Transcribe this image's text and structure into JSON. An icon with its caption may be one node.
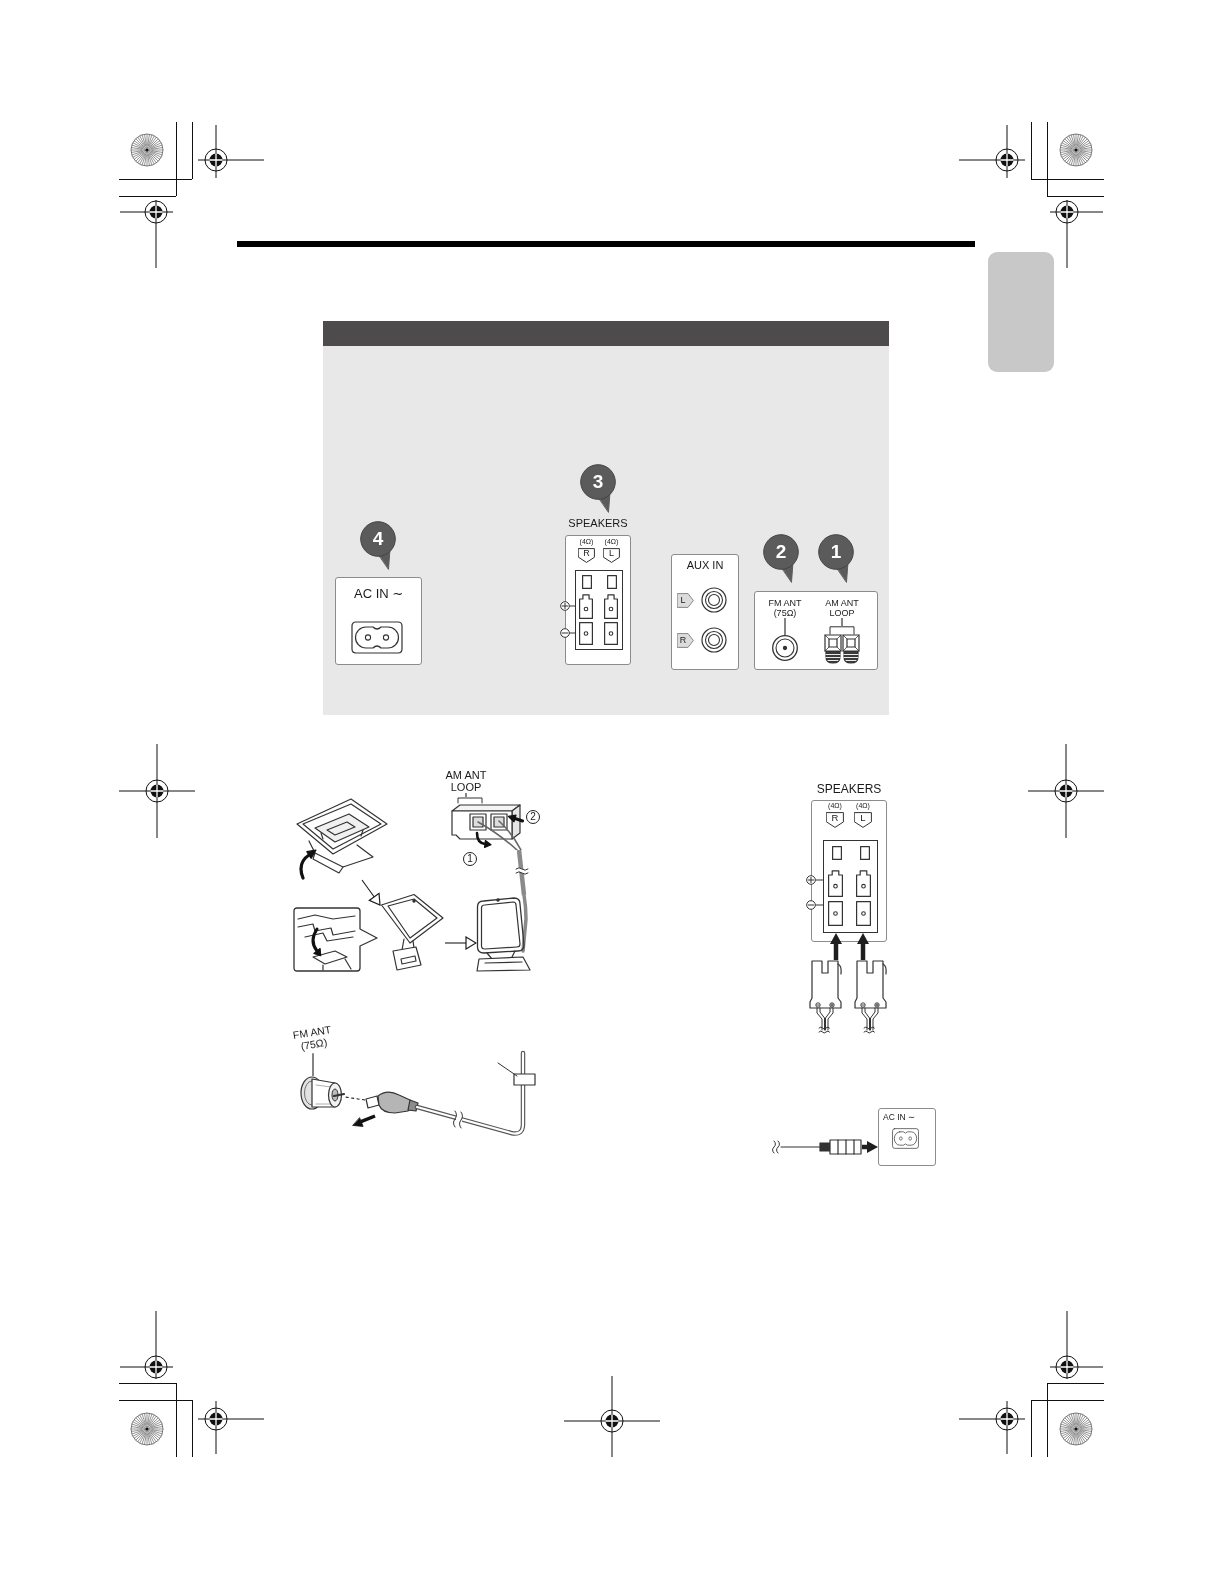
{
  "diagram": {
    "nodes": [
      {
        "text": [],
        "shape": "box"
      },
      {
        "text": [
          "4"
        ]
      },
      {
        "text": [
          "AC IN ∼"
        ]
      },
      {
        "text": [
          "3"
        ]
      },
      {
        "text": [
          "SPEAKERS"
        ]
      },
      {
        "text": [
          "R"
        ],
        "in": 4,
        "beside": [
          "(4Ω)"
        ]
      },
      {
        "text": [
          "L"
        ],
        "in": 4,
        "beside": [
          "(4Ω)"
        ]
      },
      {
        "text": [
          "AUX IN"
        ]
      },
      {
        "text": [
          "L"
        ],
        "in": 7
      },
      {
        "text": [
          "R"
        ],
        "in": 7
      },
      {
        "text": [
          "2"
        ]
      },
      {
        "text": [
          "1"
        ]
      },
      {
        "text": [],
        "shape": "box"
      },
      {
        "text": [
          "FM ANT (75Ω)"
        ],
        "in": 12
      },
      {
        "text": [],
        "shape": "circle",
        "in": 12
      },
      {
        "text": [
          "AM ANT LOOP"
        ],
        "in": 12
      },
      {
        "text": [],
        "shape": "box",
        "in": 12
      },
      {
        "text": [],
        "shape": "picture"
      },
      {
        "text": [],
        "shape": "picture"
      },
      {
        "text": [],
        "shape": "picture"
      },
      {
        "text": [
          "AM ANT LOOP"
        ]
      },
      {
        "text": [],
        "shape": "picture",
        "beside": [
          "2",
          "1"
        ]
      },
      {
        "text": [],
        "shape": "picture"
      },
      {
        "text": [
          "FM ANT (75Ω)"
        ]
      },
      {
        "text": [],
        "shape": "picture"
      },
      {
        "text": [],
        "shape": "picture"
      },
      {
        "text": [
          "SPEAKERS"
        ]
      },
      {
        "text": [
          "R"
        ],
        "in": 26,
        "beside": [
          "(4Ω)"
        ]
      },
      {
        "text": [
          "L"
        ],
        "in": 26,
        "beside": [
          "(4Ω)"
        ]
      },
      {
        "text": [],
        "shape": "box",
        "in": 26
      },
      {
        "text": [],
        "shape": "picture"
      },
      {
        "text": [],
        "shape": "picture"
      },
      {
        "text": [],
        "shape": "picture"
      },
      {
        "text": [
          "AC IN ∼"
        ]
      }
    ],
    "edges": [
      {
        "from": 13,
        "to": 14,
        "arrow": "none"
      },
      {
        "from": 15,
        "to": 16,
        "arrow": "none"
      },
      {
        "from": 17,
        "to": 19,
        "arrow": "to"
      },
      {
        "from": 19,
        "to": 22,
        "arrow": "to"
      },
      {
        "from": 20,
        "to": 21,
        "arrow": "none"
      },
      {
        "from": 22,
        "to": 21,
        "arrow": "none",
        "style": "thick",
        "color": "#8a8a8a"
      },
      {
        "from": 23,
        "to": 24,
        "arrow": "none"
      },
      {
        "from": 25,
        "to": 24,
        "arrow": "none",
        "style": "dashed"
      },
      {
        "from": 30,
        "to": 29,
        "arrow": "to",
        "style": "thick"
      },
      {
        "from": 31,
        "to": 29,
        "arrow": "to",
        "style": "thick"
      },
      {
        "from": 32,
        "to": 33,
        "arrow": "to",
        "style": "thick"
      }
    ]
  }
}
